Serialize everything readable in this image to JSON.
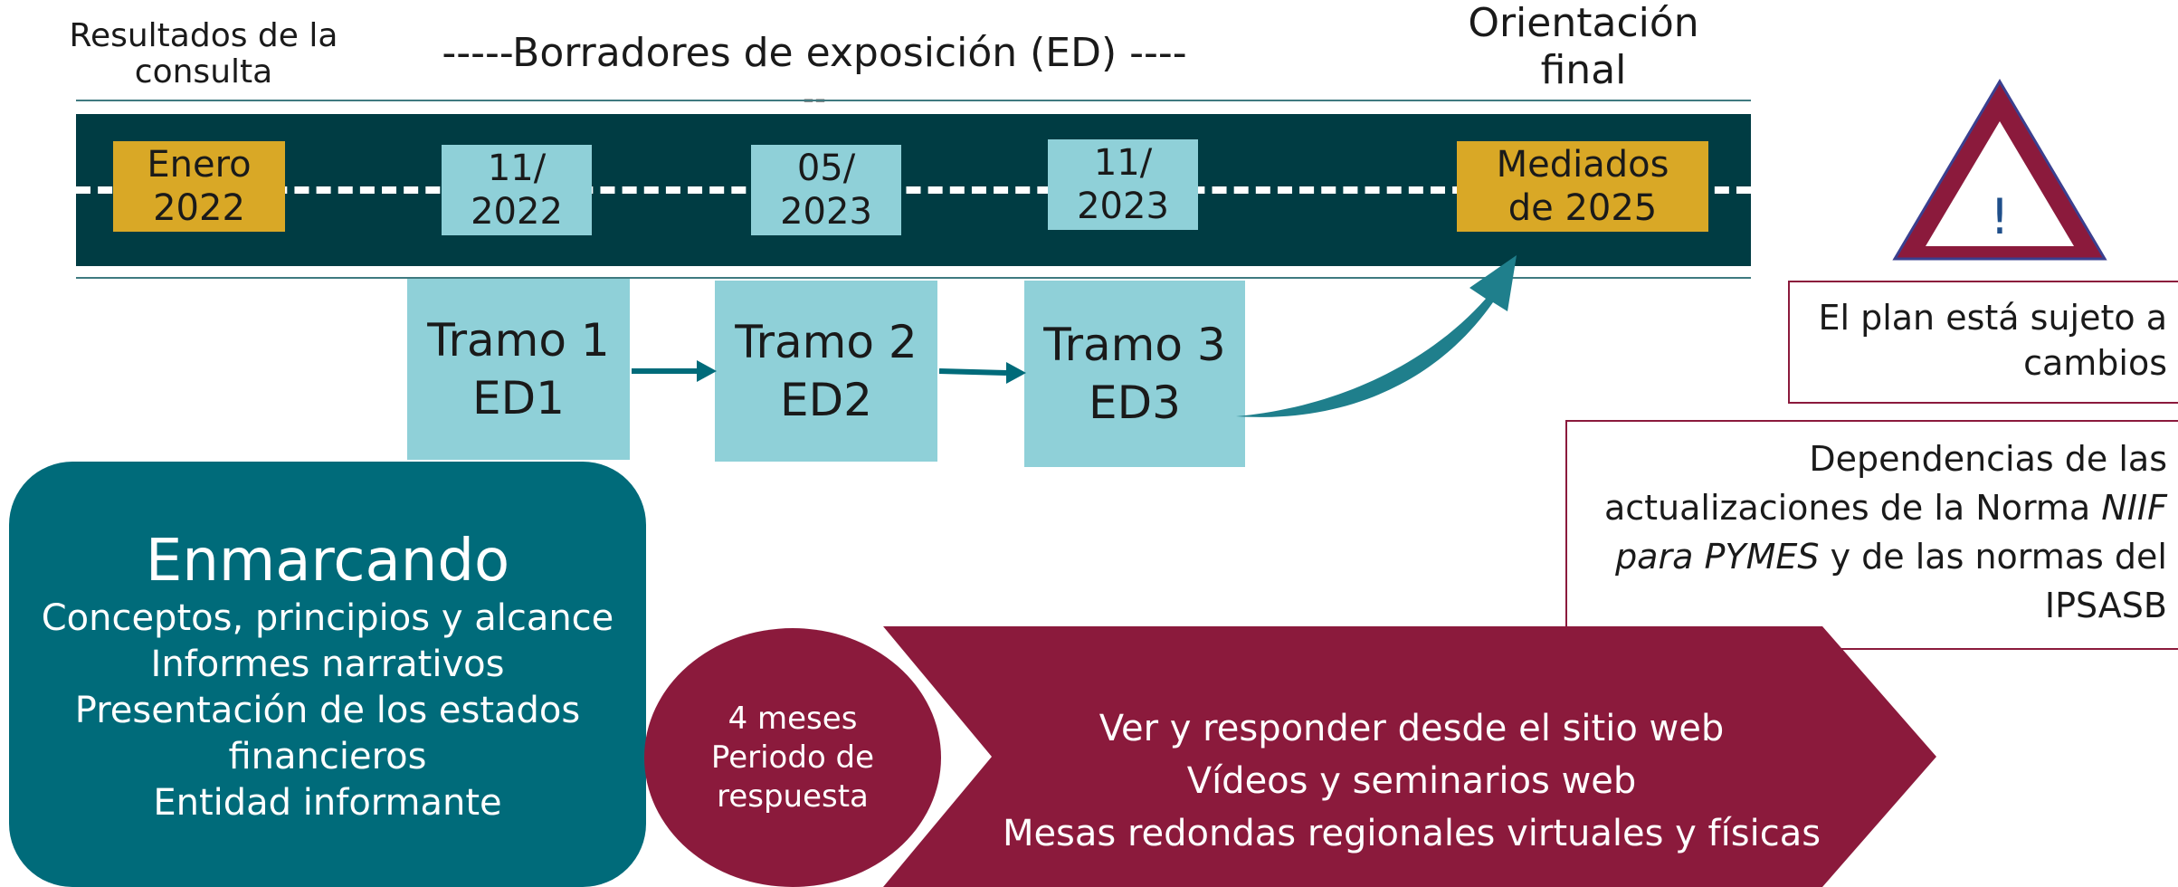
{
  "header": {
    "consulta": [
      "Resultados de la",
      "consulta"
    ],
    "borradores": "-----Borradores de exposición (ED) ----",
    "borradores_tail": "--",
    "orientacion": [
      "Orientación",
      "final"
    ]
  },
  "milestones": [
    {
      "line1": "Enero",
      "line2": "2022"
    },
    {
      "line1": "11/",
      "line2": "2022"
    },
    {
      "line1": "05/",
      "line2": "2023"
    },
    {
      "line1": "11/",
      "line2": "2023"
    },
    {
      "line1": "Mediados",
      "line2": "de 2025"
    }
  ],
  "tramos": [
    {
      "title": "Tramo 1",
      "ed": "ED1"
    },
    {
      "title": "Tramo 2",
      "ed": "ED2"
    },
    {
      "title": "Tramo 3",
      "ed": "ED3"
    }
  ],
  "warning": {
    "symbol": "!",
    "text": [
      "El plan está sujeto a",
      "cambios"
    ]
  },
  "dependencias": {
    "line1": "Dependencias de las",
    "line2": "actualizaciones de la Norma ",
    "line2_italic": "NIIF",
    "line3_italic": "para PYMES",
    "line3": " y de las normas del",
    "line4": "IPSASB"
  },
  "enmarcando": {
    "title": "Enmarcando",
    "items": [
      "Conceptos, principios y alcance",
      "Informes narrativos",
      "Presentación de los estados",
      "financieros",
      "Entidad informante"
    ]
  },
  "periodo": [
    "4 meses",
    "Periodo de",
    "respuesta"
  ],
  "engagement": [
    "Ver y responder desde el sitio web",
    "Vídeos y seminarios web",
    "Mesas redondas regionales virtuales y físicas"
  ],
  "colors": {
    "road": "#003c43",
    "gold": "#d9a826",
    "light_teal": "#8fd0d8",
    "dark_teal": "#006b7a",
    "maroon": "#8b1a3c",
    "arrow_teal": "#1f7f8c"
  }
}
